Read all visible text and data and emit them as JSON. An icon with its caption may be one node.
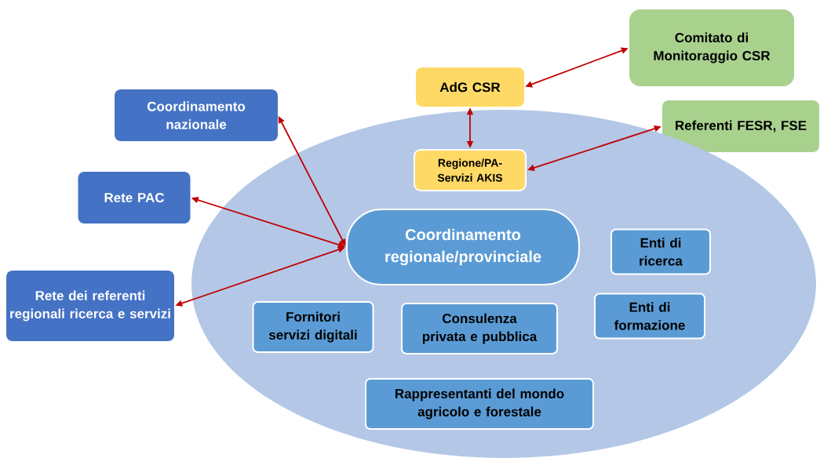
{
  "diagram": {
    "nodes": [
      {
        "text": [
          "AdG CSR"
        ]
      },
      {
        "text": [
          "Comitato di Monitoraggio CSR"
        ]
      },
      {
        "text": [
          "Coordinamento nazionale"
        ]
      },
      {
        "text": [
          "Referenti FESR, FSE"
        ]
      },
      {
        "text": [],
        "shape": "ellipse"
      },
      {
        "text": [
          "Regione/PA- Servizi AKIS"
        ],
        "in": 4
      },
      {
        "text": [
          "Rete PAC"
        ]
      },
      {
        "text": [
          "Coordinamento regionale/provinciale"
        ],
        "in": 4
      },
      {
        "text": [
          "Enti di ricerca"
        ],
        "in": 4
      },
      {
        "text": [
          "Rete dei referenti regionali ricerca e servizi"
        ]
      },
      {
        "text": [
          "Enti di formazione"
        ],
        "in": 4
      },
      {
        "text": [
          "Fornitori servizi digitali"
        ],
        "in": 4
      },
      {
        "text": [
          "Consulenza privata e pubblica"
        ],
        "in": 4
      },
      {
        "text": [
          "Rappresentanti del mondo agricolo e forestale"
        ],
        "in": 4
      }
    ],
    "edges": [
      {
        "from": 0,
        "to": 1,
        "arrow": "both",
        "color": "#c00000"
      },
      {
        "from": 0,
        "to": 5,
        "arrow": "both",
        "color": "#c00000"
      },
      {
        "from": 5,
        "to": 3,
        "arrow": "both",
        "color": "#c00000"
      },
      {
        "from": 7,
        "to": 2,
        "arrow": "both",
        "color": "#c00000"
      },
      {
        "from": 7,
        "to": 6,
        "arrow": "both",
        "color": "#c00000"
      },
      {
        "from": 7,
        "to": 9,
        "arrow": "both",
        "color": "#c00000"
      }
    ]
  }
}
